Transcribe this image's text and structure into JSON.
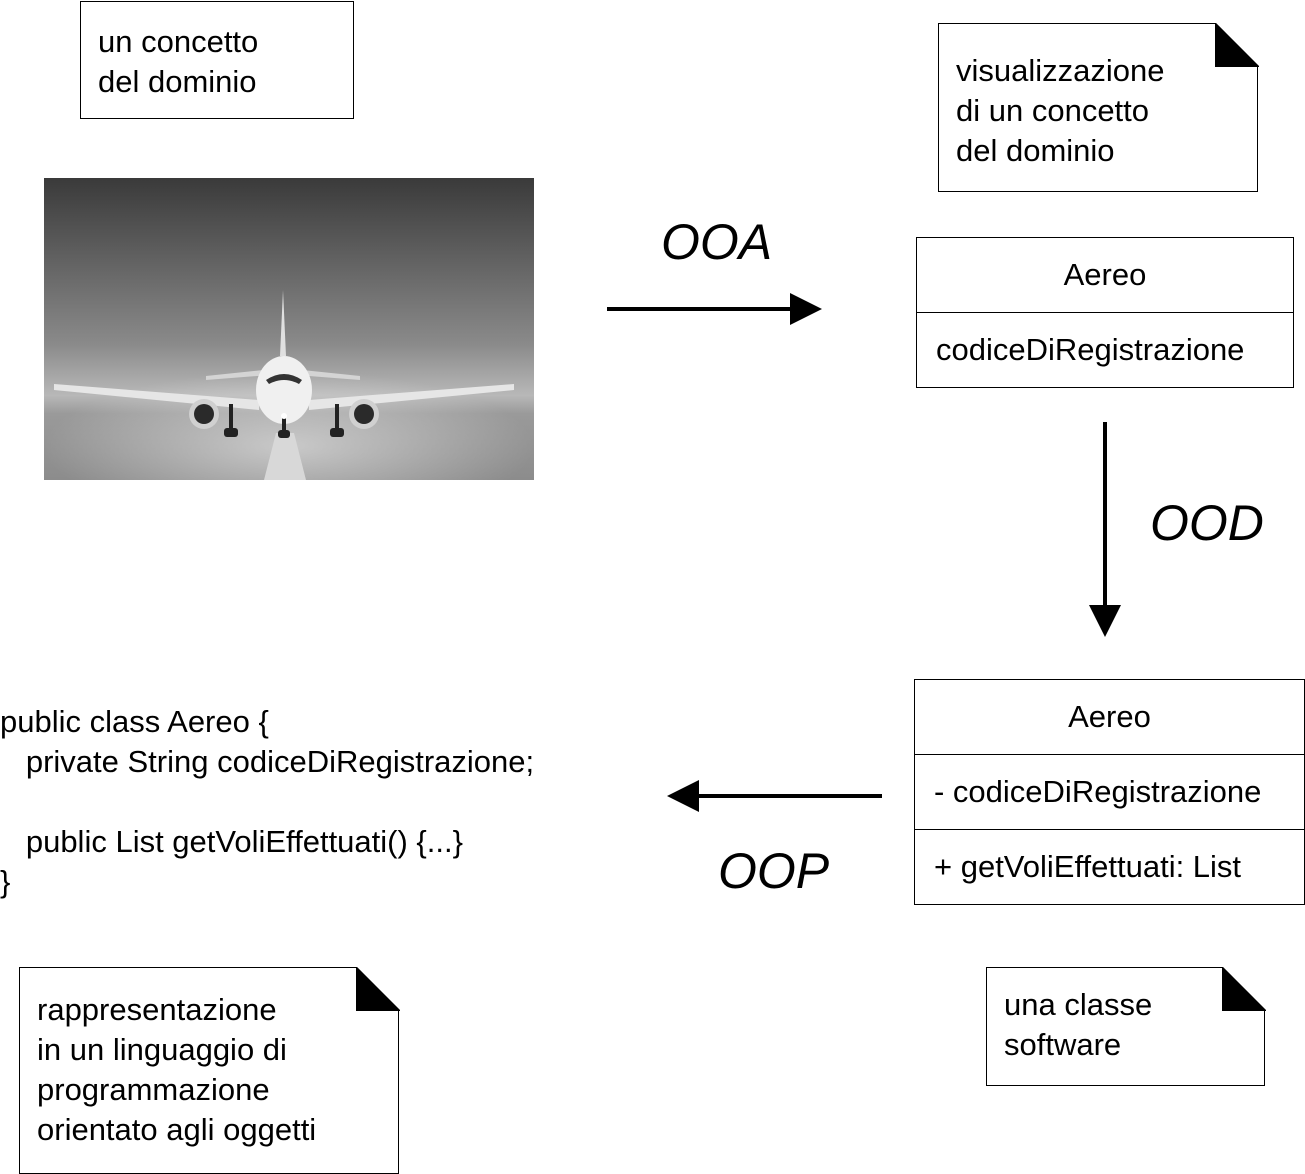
{
  "notes": {
    "domain_concept": [
      "un concetto",
      "del dominio"
    ],
    "visualization": [
      "visualizzazione",
      "di un concetto",
      "del dominio"
    ],
    "representation": [
      "rappresentazione",
      "in un linguaggio di",
      "programmazione",
      "orientato agli oggetti"
    ],
    "software_class": [
      "una classe",
      "software"
    ]
  },
  "arrows": {
    "ooa": "OOA",
    "ood": "OOD",
    "oop": "OOP"
  },
  "domain_model": {
    "class_name": "Aereo",
    "attribute": "codiceDiRegistrazione"
  },
  "design_class": {
    "class_name": "Aereo",
    "attribute": "- codiceDiRegistrazione",
    "method": "+ getVoliEffettuati: List"
  },
  "code": {
    "line1": "public class Aereo {",
    "line2": "   private String codiceDiRegistrazione;",
    "line3": "",
    "line4": "   public List getVoliEffettuati() {...}",
    "line5": "}"
  },
  "image": {
    "subject": "airplane-photo"
  }
}
